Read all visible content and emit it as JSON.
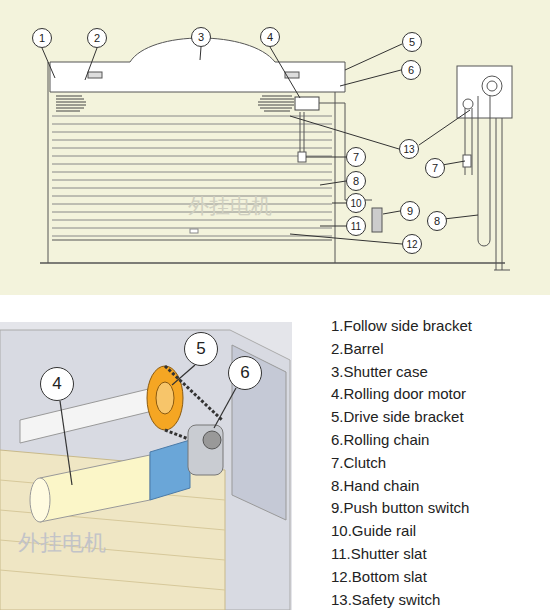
{
  "diagram": {
    "nodes": [
      {
        "text": [
          "1"
        ]
      },
      {
        "text": [
          "2"
        ]
      },
      {
        "text": [
          "3"
        ]
      },
      {
        "text": [
          "4"
        ]
      },
      {
        "text": [
          "5"
        ]
      },
      {
        "text": [
          "6"
        ]
      },
      {
        "text": [
          "13"
        ]
      },
      {
        "text": [
          "7"
        ]
      },
      {
        "text": [
          "7"
        ]
      },
      {
        "text": [
          "8"
        ]
      },
      {
        "text": [
          "10"
        ]
      },
      {
        "text": [
          "9"
        ]
      },
      {
        "text": [
          "11"
        ]
      },
      {
        "text": [
          "8"
        ]
      },
      {
        "text": [
          "12"
        ]
      },
      {
        "text": [
          "5"
        ]
      },
      {
        "text": [
          "6"
        ]
      },
      {
        "text": [
          "4"
        ]
      }
    ],
    "labels": [
      "1.Follow side bracket",
      "2.Barrel",
      "3.Shutter case",
      "4.Rolling door motor",
      "5.Drive side bracket",
      "6.Rolling chain",
      "7.Clutch",
      "8.Hand chain",
      "9.Push button switch",
      "10.Guide rail",
      "11.Shutter slat",
      "12.Bottom slat",
      "13.Safety switch",
      "外挂电机",
      "外挂电机"
    ]
  }
}
